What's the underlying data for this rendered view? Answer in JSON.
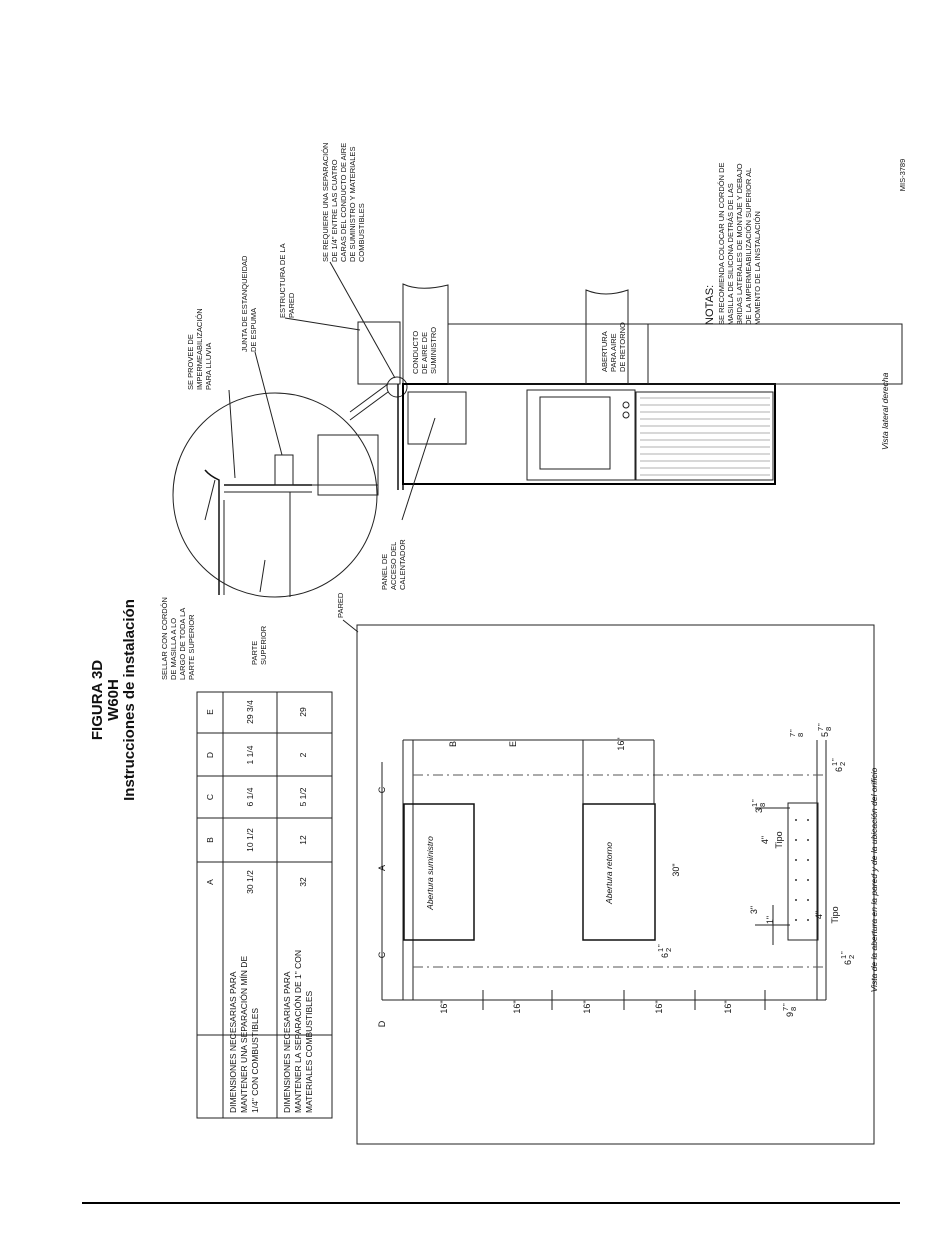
{
  "figure": {
    "title": "FIGURA 3D",
    "model": "W60H",
    "subtitle": "Instrucciones de instalación",
    "doc_number": "MIS-3789"
  },
  "table": {
    "headers": [
      "A",
      "B",
      "C",
      "D",
      "E"
    ],
    "rows": [
      {
        "label": [
          "DIMENSIONES NECESARIAS PARA",
          "MANTENER UNA SEPARACIÓN MÍN DE",
          "1/4\" CON COMBUSTIBLES"
        ],
        "values": [
          "30 1/2",
          "10 1/2",
          "6 1/4",
          "1 1/4",
          "29 3/4"
        ]
      },
      {
        "label": [
          "DIMENSIONES NECESARIAS PARA",
          "MANTENER LA SEPARACIÓN DE 1\" CON",
          "MATERIALES COMBUSTIBLES"
        ],
        "values": [
          "32",
          "12",
          "5 1/2",
          "2",
          "29"
        ]
      }
    ]
  },
  "side_view": {
    "caption": "Vista lateral derecha",
    "callouts": {
      "sellar": [
        "SELLAR CON CORDÓN",
        "DE MASILLA A LO",
        "LARGO DE TODA LA",
        "PARTE SUPERIOR"
      ],
      "parte": [
        "PARTE",
        "SUPERIOR"
      ],
      "pared": "PARED",
      "se_provee": [
        "SE PROVEE DE",
        "IMPERMEABILIZACIÓN",
        "PARA LLUVIA"
      ],
      "junta": [
        "JUNTA DE ESTANQUEIDAD",
        "DE ESPUMA"
      ],
      "estructura": [
        "ESTRUCTURA DE LA",
        "PARED"
      ],
      "separacion": [
        "SE REQUIERE UNA SEPARACIÓN",
        "DE 1/4\" ENTRE LAS CUATRO",
        "CARAS DEL CONDUCTO DE AIRE",
        "DE SUMINISTRO Y MATERIALES",
        "COMBUSTIBLES"
      ],
      "panel": [
        "PANEL DE",
        "ACCESO DEL",
        "CALENTADOR"
      ],
      "conducto": [
        "CONDUCTO",
        "DE AIRE DE",
        "SUMINISTRO"
      ],
      "abertura_aire": [
        "ABERTURA",
        "PARA AIRE",
        "DE RETORNO"
      ]
    },
    "notes_title": "NOTAS:",
    "notes": [
      "SE RECOMIENDA COLOCAR UN CORDÓN DE",
      "MASILLA DE SILICONA DETRÁS DE LAS",
      "BRIDAS LATERALES DE MONTAJE Y DEBAJO",
      "DE LA IMPERMEABILIZACIÓN SUPERIOR AL",
      "MOMENTO DE LA INSTALACIÓN"
    ]
  },
  "wall_view": {
    "caption": "Vista de la abertura en la pared y de la ubicación del orificio",
    "supply_label": "Abertura suministro",
    "return_label": "Abertura retorno",
    "dims": {
      "a": "A",
      "b": "B",
      "c": "C",
      "d": "D",
      "e": "E",
      "sixteen": "16\"",
      "thirty": "30\"",
      "three": "3\"",
      "one": "1\"",
      "four": "4\"",
      "tipo": "Tipo",
      "six_half": "6",
      "half_num": "1",
      "half_den": "2",
      "nine": "9",
      "five": "5",
      "three_b": "3",
      "seven_num": "7",
      "eighth_num": "1",
      "den8": "8",
      "quote": "\""
    }
  }
}
